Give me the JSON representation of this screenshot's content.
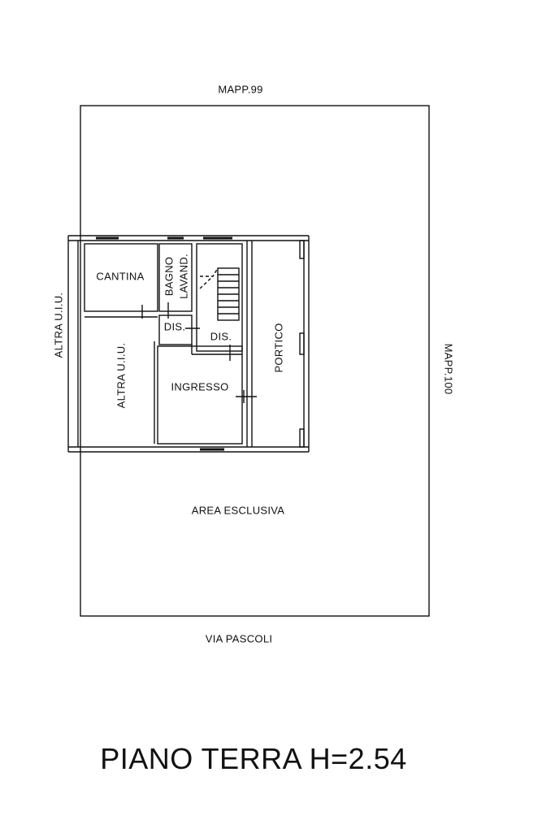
{
  "boundaries": {
    "north": "MAPP.99",
    "east": "MAPP.100",
    "south": "VIA PASCOLI",
    "west": "ALTRA U.I.U."
  },
  "rooms": {
    "cantina": "CANTINA",
    "bagno": "BAGNO",
    "lavanderia": "LAVAND.",
    "dis_left": "DIS.",
    "dis_right": "DIS.",
    "altra_uiu_inner": "ALTRA U.I.U.",
    "ingresso": "INGRESSO",
    "portico": "PORTICO"
  },
  "area": "AREA ESCLUSIVA",
  "title": "PIANO TERRA H=2.54"
}
